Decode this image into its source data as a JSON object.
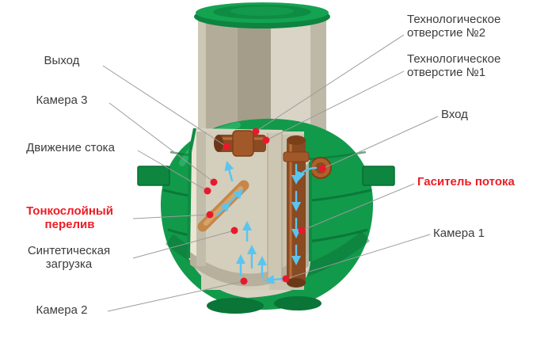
{
  "diagram": {
    "title": "Septic tank cutaway diagram",
    "colors": {
      "tank_green": "#129a4b",
      "tank_green_dark": "#0b7034",
      "accent_red": "#ed1c24",
      "label_gray": "#3c3c3c",
      "flow_blue": "#59c5f0",
      "pipe_brown": "#8a4a22",
      "interior_cream": "#d8d2c2",
      "leader_line_gray": "#9c9c9c"
    }
  },
  "labels": {
    "outlet": "Выход",
    "chamber3": "Камера 3",
    "flow_movement": "Движение стока",
    "thin_layer_overflow": "Тонкослойный перелив",
    "synthetic_loading": "Синтетическая загрузка",
    "chamber2": "Камера 2",
    "tech_opening2": "Технологическое отверстие №2",
    "tech_opening1": "Технологическое отверстие №1",
    "inlet": "Вход",
    "flow_damper": "Гаситель потока",
    "chamber1": "Камера 1"
  }
}
